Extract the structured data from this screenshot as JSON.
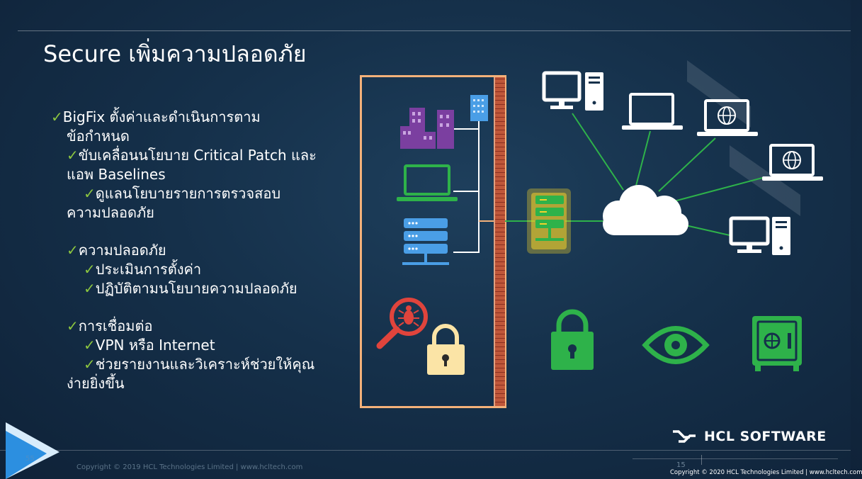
{
  "title": "Secure เพิ่มความปลอดภัย",
  "check_glyph": "✓",
  "bullets": {
    "b1_l1": "BigFix ตั้งค่าและดำเนินการตาม",
    "b1_l2": "ข้อกำหนด",
    "b2_l1": "ขับเคลื่อนนโยบาย Critical Patch และ",
    "b2_l2": "แอพ Baselines",
    "b3_l1": "ดูแลนโยบายรายการตรวจสอบ",
    "b3_l2": "ความปลอดภัย",
    "b4": "ความปลอดภัย",
    "b5": "ประเมินการตั้งค่า",
    "b6": "ปฏิบัติตามนโยบายความปลอดภัย",
    "b7": "การเชื่อมต่อ",
    "b8": "VPN หรือ Internet",
    "b9_l1": "ช่วยรายงานและวิเคราะห์ช่วยให้คุณ",
    "b9_l2": "ง่ายยิ่งขึ้น"
  },
  "icons": {
    "buildings": "buildings-icon",
    "laptop": "laptop-icon",
    "server": "server-icon",
    "bug_search": "bug-magnifier-icon",
    "padlock": "padlock-icon",
    "relay_server": "server-icon",
    "cloud": "cloud-icon",
    "shield_lock": "lock-icon",
    "eye": "eye-icon",
    "safe": "safe-icon",
    "firewall": "firewall-icon"
  },
  "colors": {
    "accent_green": "#2eb24a",
    "check_green": "#8cc63f",
    "panel_border": "#f4b17a",
    "building_purple": "#7b3fa0",
    "server_blue": "#4a9ee6",
    "bug_red": "#e0443c",
    "padlock_yellow": "#fbe4a6",
    "highlight_yellow": "#f2d22a"
  },
  "footer": {
    "slide_left": "55",
    "copyright_left": "Copyright © 2019 HCL Technologies Limited  |  www.hcltech.com",
    "slide_number": "15",
    "brand": "HCL SOFTWARE",
    "copyright_right": "Copyright © 2020 HCL Technologies Limited  |  www.hcltech.com"
  }
}
